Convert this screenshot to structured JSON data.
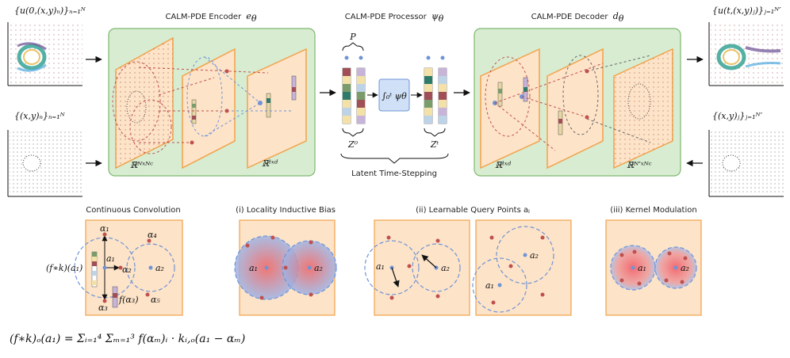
{
  "header": {
    "encoder_title": "CALM-PDE Encoder",
    "encoder_symbol": "e",
    "encoder_sub": "θ",
    "processor_title": "CALM-PDE Processor",
    "processor_symbol": "ψ",
    "processor_sub": "θ",
    "decoder_title": "CALM-PDE Decoder",
    "decoder_symbol": "d",
    "decoder_sub": "θ"
  },
  "inputs": {
    "field_label": "{u(0,(x,y)ₙ)}ₙ₌₁ᴺ",
    "points_label": "{(x,y)ₙ}ₙ₌₁ᴺ"
  },
  "outputs": {
    "field_label": "{u(t,(x,y)ⱼ)}ⱼ₌₁ᴺ′",
    "points_label": "{(x,y)ⱼ}ⱼ₌₁ᴺ′"
  },
  "encoder": {
    "space_input": "ℝᴺˣᴺᶜ",
    "space_latent": "ℝˡˣᵈ"
  },
  "processor": {
    "p_label": "P",
    "z0_label": "Z⁰",
    "zt_label": "Zᵗ",
    "integral_label": "∫₀ᵗ ψθ",
    "time_stepping_label": "Latent Time-Stepping"
  },
  "decoder": {
    "space_latent": "ℝˡˣᵈ",
    "space_output": "ℝᴺ′ˣᴺᶜ"
  },
  "panels": {
    "continuous_convolution": "Continuous Convolution",
    "locality": "(i) Locality Inductive Bias",
    "query_points": "(ii) Learnable Query Points aⱼ",
    "kernel_modulation": "(iii) Kernel Modulation"
  },
  "conv_labels": {
    "alpha1_top": "α₁",
    "alpha4": "α₄",
    "a1": "a₁",
    "alpha2": "α₂",
    "a2": "a₂",
    "alpha3": "α₃",
    "f_alpha3": "f(α₃)",
    "alpha5": "α₅",
    "fk_a1": "(f∗k)(a₁)"
  },
  "panel_labels": {
    "a1": "a₁",
    "a2": "a₂"
  },
  "formula": "(f∗k)ₒ(a₁) = Σᵢ₌₁⁴ Σₘ₌₁³ f(αₘ)ᵢ · kᵢ,ₒ(a₁ − αₘ)",
  "colors": {
    "green_panel": "#d8ecd2",
    "green_border": "#7fb86f",
    "orange_sheet": "#fde3c8",
    "orange_border": "#f2a24a",
    "red_dash": "#c0504d",
    "blue_dash": "#6f94d6",
    "gray_dash": "#666666"
  }
}
